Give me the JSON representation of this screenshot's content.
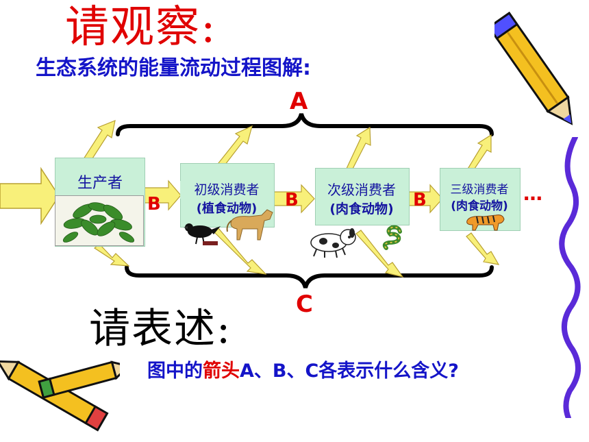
{
  "title_observe": "请观察:",
  "subtitle": "生态系统的能量流动过程图解:",
  "labels": {
    "a": "A",
    "b": "B",
    "c": "C",
    "ellipsis": "…"
  },
  "nodes": [
    {
      "line1": "生产者",
      "line2": ""
    },
    {
      "line1": "初级消费者",
      "line2": "(植食动物)"
    },
    {
      "line1": "次级消费者",
      "line2": "(肉食动物)"
    },
    {
      "line1": "三级消费者",
      "line2": "(肉食动物)"
    }
  ],
  "title_describe": "请表述:",
  "question": {
    "part1": "图中的",
    "part2": "箭头",
    "part3": "A、B、C",
    "part4": "各表示什么含义?"
  },
  "colors": {
    "arrow_fill": "#f8f07a",
    "arrow_stroke": "#b8a030",
    "title_red": "#e00000",
    "text_blue": "#1414c8",
    "box_fill": "#c9f0d8"
  },
  "icons": [
    "plant-illustration",
    "crow-icon",
    "horse-icon",
    "dog-icon",
    "snake-icon",
    "tiger-icon",
    "pencil-icon"
  ]
}
